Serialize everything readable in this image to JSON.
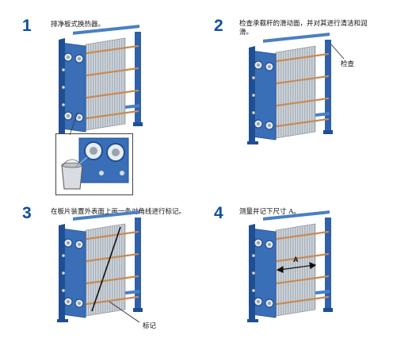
{
  "steps": [
    {
      "number": "1",
      "text": "排净板式换热器。"
    },
    {
      "number": "2",
      "text": "检查承载杆的滑动面，并对其进行清洁和润滑。",
      "callout": "检查"
    },
    {
      "number": "3",
      "text": "在板片装置外表面上画一条对角线进行标记。",
      "callout": "标记"
    },
    {
      "number": "4",
      "text": "测量并记下尺寸 A。",
      "callout": "A"
    }
  ],
  "colors": {
    "frame": "#3a6fb8",
    "frame_dark": "#1f4f93",
    "plates": "#c4ccd4",
    "bolt": "#c98a55",
    "accent": "#0d4fa0"
  }
}
